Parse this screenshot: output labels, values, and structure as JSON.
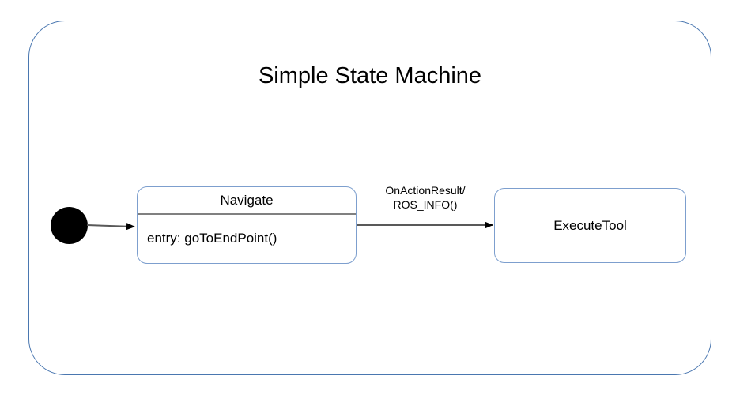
{
  "diagram": {
    "type": "uml-state-machine",
    "title": "Simple State Machine",
    "background_color": "#ffffff",
    "frame_border_color": "#4a77b0",
    "state_border_color": "#7d9fce",
    "divider_color": "#808080",
    "edge_color": "#595959"
  },
  "nodes": {
    "initial": {
      "name": "initial-pseudostate",
      "fill": "#000000"
    },
    "navigate": {
      "name": "Navigate",
      "body": "entry: goToEndPoint()"
    },
    "execute_tool": {
      "name": "ExecuteTool"
    }
  },
  "transitions": [
    {
      "from": "initial",
      "to": "Navigate",
      "label": ""
    },
    {
      "from": "Navigate",
      "to": "ExecuteTool",
      "label_line1": "OnActionResult/",
      "label_line2": "ROS_INFO()"
    }
  ]
}
